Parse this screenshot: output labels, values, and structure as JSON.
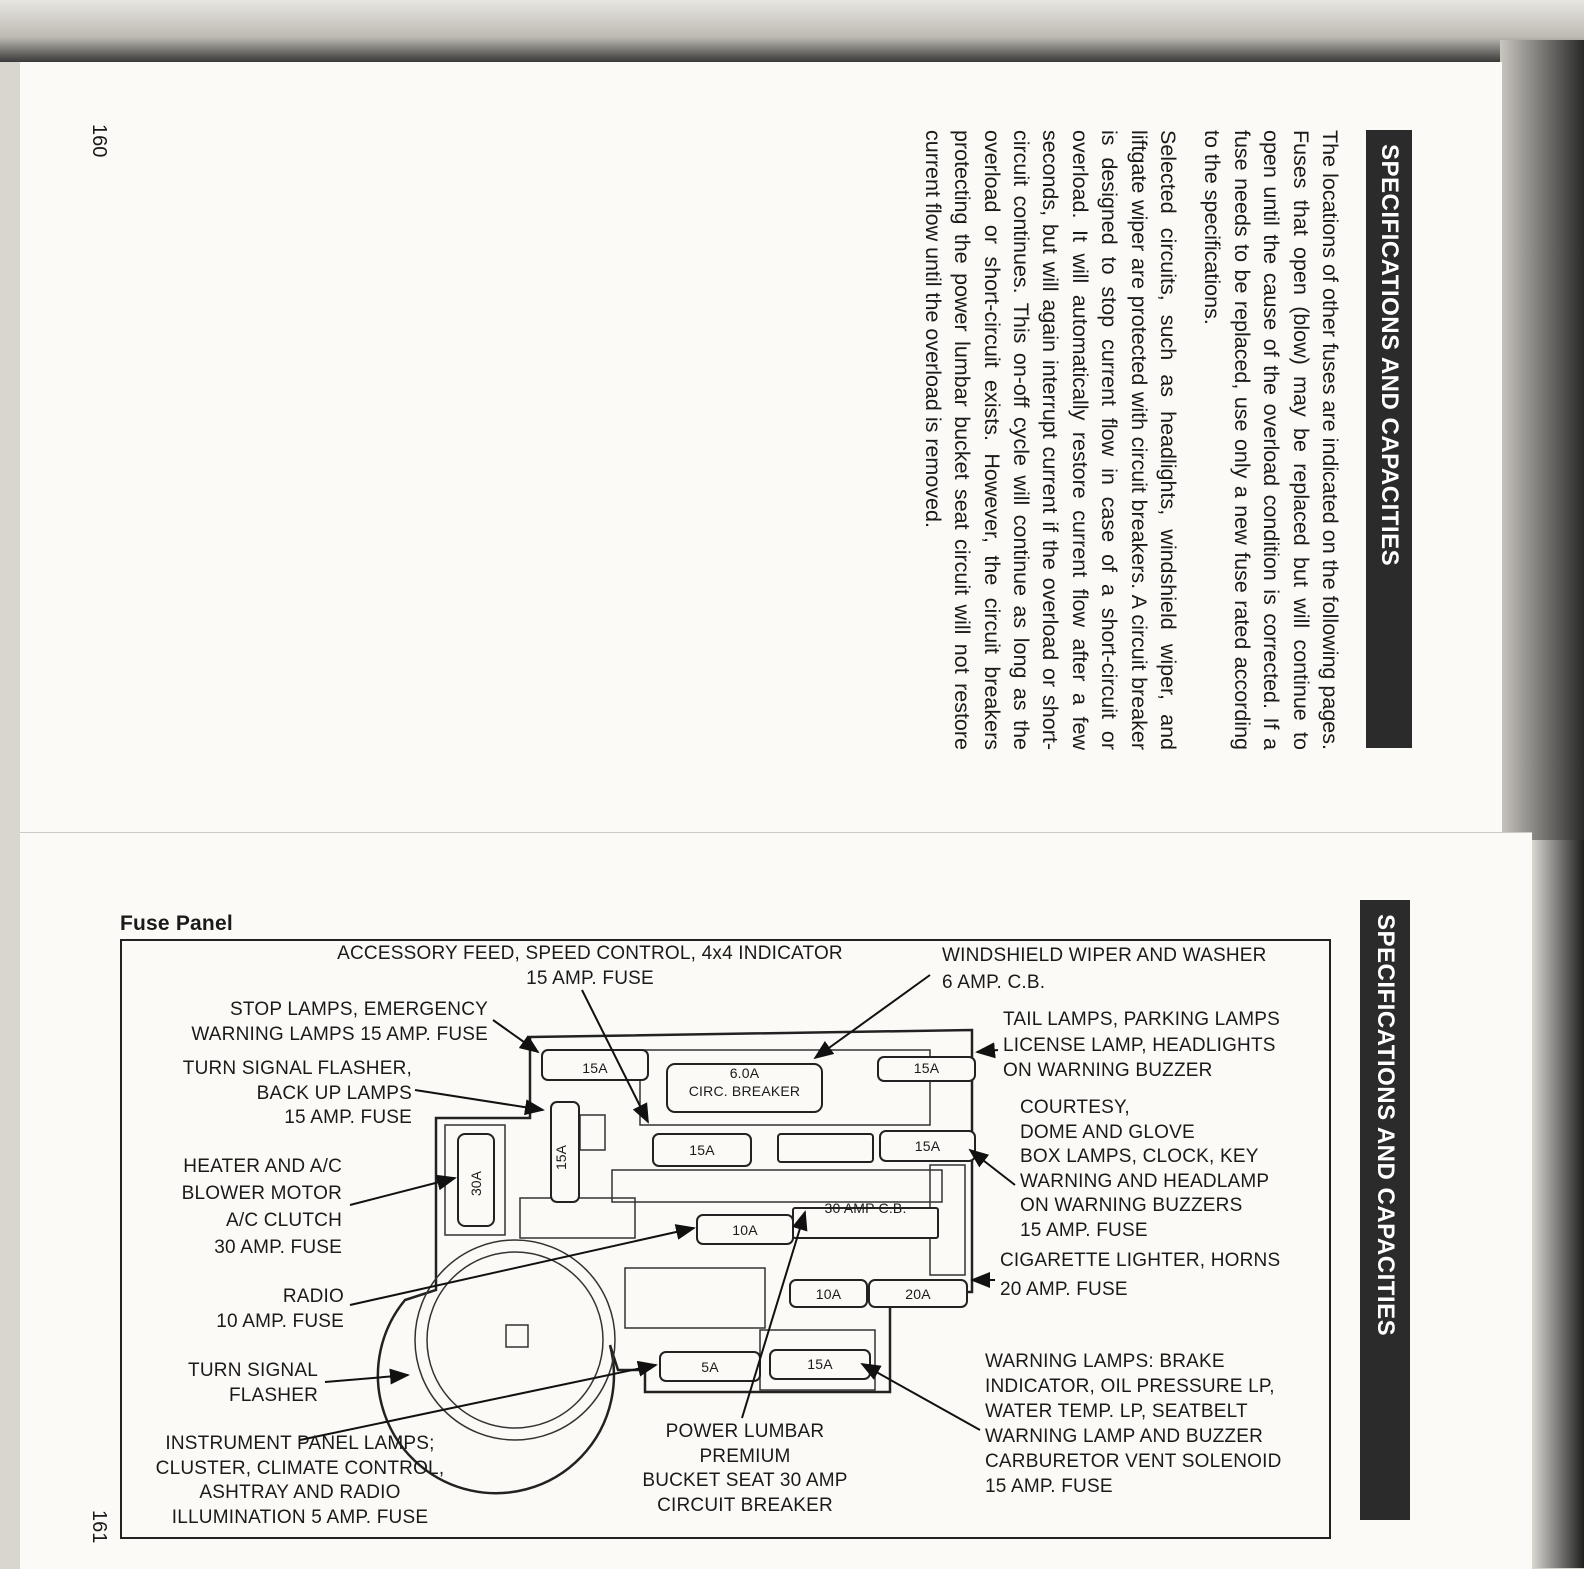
{
  "upper_page": {
    "page_number": "160",
    "section_heading": "SPECIFICATIONS AND CAPACITIES",
    "paragraphs": [
      "The locations of other fuses are indicated on the following pages. Fuses that open (blow) may be replaced but will continue to open until the cause of the overload condition is corrected. If a fuse needs to be replaced, use only a new fuse rated according to the specifications.",
      "Selected circuits, such as headlights, windshield wiper, and liftgate wiper are protected with circuit breakers. A circuit breaker is designed to stop current flow in case of a short-circuit or overload. It will automatically restore current flow after a few seconds, but will again interrupt current if the overload or short-circuit continues. This on-off cycle will continue as long as the overload or short-circuit exists. However, the circuit breakers protecting the power lumbar bucket seat circuit will not restore current flow until the overload is removed."
    ]
  },
  "lower_page": {
    "page_number": "161",
    "section_heading": "SPECIFICATIONS AND CAPACITIES",
    "figure_title": "Fuse Panel",
    "fuses": {
      "top_left": "15A",
      "circ_breaker_1": "6.0A",
      "circ_breaker_2": "CIRC. BREAKER",
      "top_right": "15A",
      "vertical": "15A",
      "mid_left": "15A",
      "mid_right": "15A",
      "heater": "30A",
      "radio": "10A",
      "cb30": "30 AMP C.B.",
      "lower_10a": "10A",
      "lower_20a": "20A",
      "bottom_5a": "5A",
      "bottom_15a": "15A"
    },
    "callouts": {
      "accessory": [
        "ACCESSORY FEED, SPEED CONTROL, 4x4 INDICATOR",
        "15 AMP. FUSE"
      ],
      "stop": [
        "STOP LAMPS, EMERGENCY",
        "WARNING LAMPS 15 AMP. FUSE"
      ],
      "turn_backup": [
        "TURN SIGNAL FLASHER,",
        "BACK UP LAMPS",
        "15 AMP. FUSE"
      ],
      "heater": [
        "HEATER AND A/C",
        "BLOWER MOTOR",
        "A/C CLUTCH",
        "30 AMP. FUSE"
      ],
      "radio": [
        "RADIO",
        "10 AMP. FUSE"
      ],
      "flasher": [
        "TURN SIGNAL",
        "FLASHER"
      ],
      "instrument": [
        "INSTRUMENT PANEL LAMPS;",
        "CLUSTER, CLIMATE CONTROL,",
        "ASHTRAY AND RADIO",
        "ILLUMINATION 5 AMP. FUSE"
      ],
      "lumbar": [
        "POWER LUMBAR",
        "PREMIUM",
        "BUCKET SEAT 30 AMP",
        "CIRCUIT BREAKER"
      ],
      "wiper": [
        "WINDSHIELD WIPER AND WASHER",
        "6 AMP. C.B."
      ],
      "tail": [
        "TAIL LAMPS, PARKING LAMPS",
        "LICENSE LAMP, HEADLIGHTS",
        "ON WARNING BUZZER"
      ],
      "courtesy": [
        "COURTESY,",
        "DOME AND GLOVE",
        "BOX LAMPS, CLOCK, KEY",
        "WARNING AND HEADLAMP",
        "ON WARNING BUZZERS",
        "15 AMP. FUSE"
      ],
      "cigarette": [
        "CIGARETTE LIGHTER, HORNS",
        "20 AMP. FUSE"
      ],
      "warning": [
        "WARNING LAMPS: BRAKE",
        "INDICATOR, OIL PRESSURE LP,",
        "WATER TEMP. LP, SEATBELT",
        "WARNING LAMP AND BUZZER",
        "CARBURETOR VENT SOLENOID",
        "15 AMP. FUSE"
      ]
    }
  }
}
